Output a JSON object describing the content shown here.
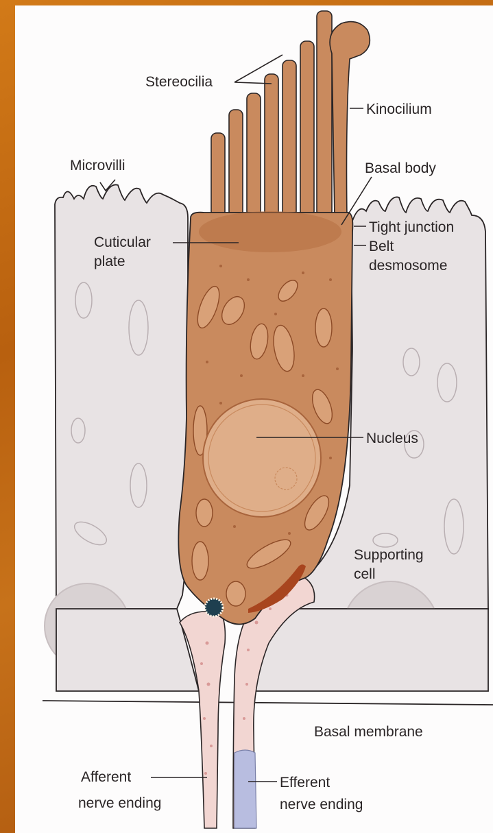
{
  "diagram": {
    "labels": {
      "stereocilia": "Stereocilia",
      "kinocilium": "Kinocilium",
      "microvilli": "Microvilli",
      "basal_body": "Basal body",
      "cuticular_plate_1": "Cuticular",
      "cuticular_plate_2": "plate",
      "tight_junction": "Tight junction",
      "belt_desmosome_1": "Belt",
      "belt_desmosome_2": "desmosome",
      "nucleus": "Nucleus",
      "supporting_cell_1": "Supporting",
      "supporting_cell_2": "cell",
      "basal_membrane": "Basal membrane",
      "afferent_1": "Afferent",
      "afferent_2": "nerve ending",
      "efferent_1": "Efferent",
      "efferent_2": "nerve ending"
    },
    "colors": {
      "background_frame": "#c06a12",
      "sheet": "#fdfcfc",
      "hair_cell": "#c98a5e",
      "hair_cell_dark": "#a85f36",
      "supporting_cell": "#e8e3e4",
      "nerve": "#f2d6d2",
      "efferent_inner": "#b8bde0",
      "outline": "#2a2526"
    }
  }
}
